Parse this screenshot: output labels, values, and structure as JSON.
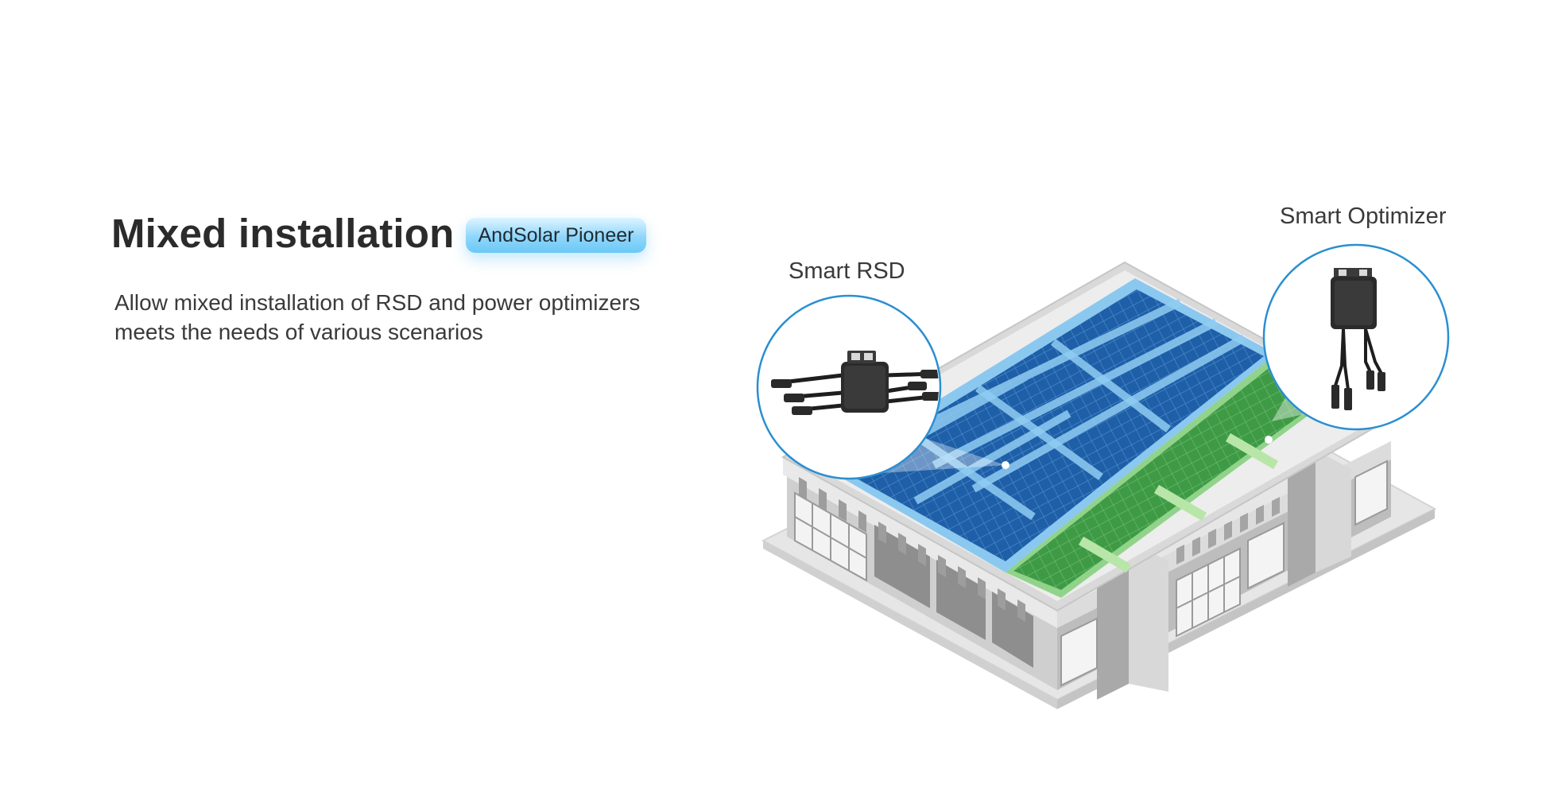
{
  "heading": {
    "title": "Mixed installation",
    "badge": "AndSolar Pioneer"
  },
  "description": {
    "lines": [
      "Allow mixed installation of RSD and power optimizers",
      "meets the needs of various scenarios"
    ]
  },
  "callouts": {
    "rsd_label": "Smart RSD",
    "optimizer_label": "Smart Optimizer"
  },
  "colors": {
    "panel_blue": "#1f5fa8",
    "panel_highlight": "#6db8ea",
    "green_zone": "#4aa84a",
    "callout_ring": "#2a8fd0",
    "building_grey": "#bfbfbf"
  }
}
